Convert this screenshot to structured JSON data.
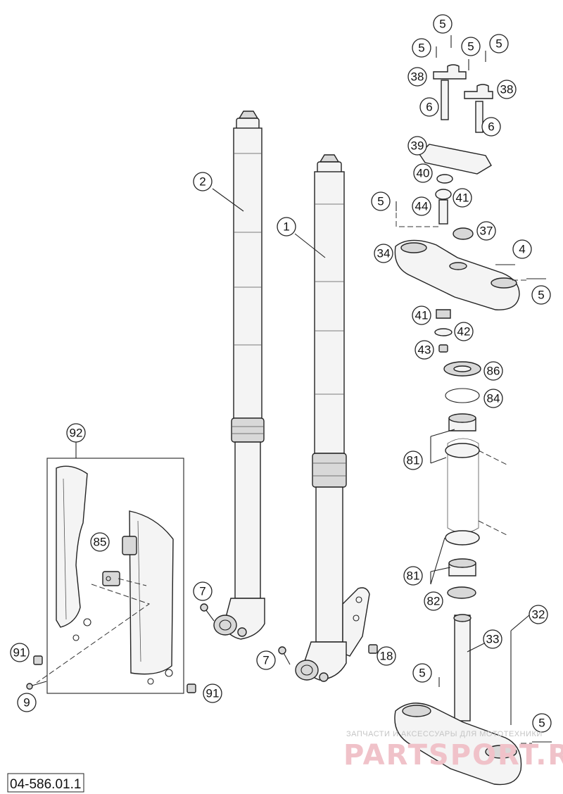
{
  "diagram": {
    "code": "04-586.01.1",
    "callouts": [
      "1",
      "2",
      "4",
      "5",
      "6",
      "7",
      "9",
      "18",
      "32",
      "33",
      "34",
      "37",
      "38",
      "39",
      "40",
      "41",
      "42",
      "43",
      "44",
      "81",
      "82",
      "84",
      "85",
      "86",
      "91",
      "92"
    ]
  },
  "watermark": {
    "top_line": "ЗАПЧАСТИ И АКСЕССУАРЫ ДЛЯ МОТОТЕХНИКИ",
    "brand": "PARTSPORT.RU"
  }
}
